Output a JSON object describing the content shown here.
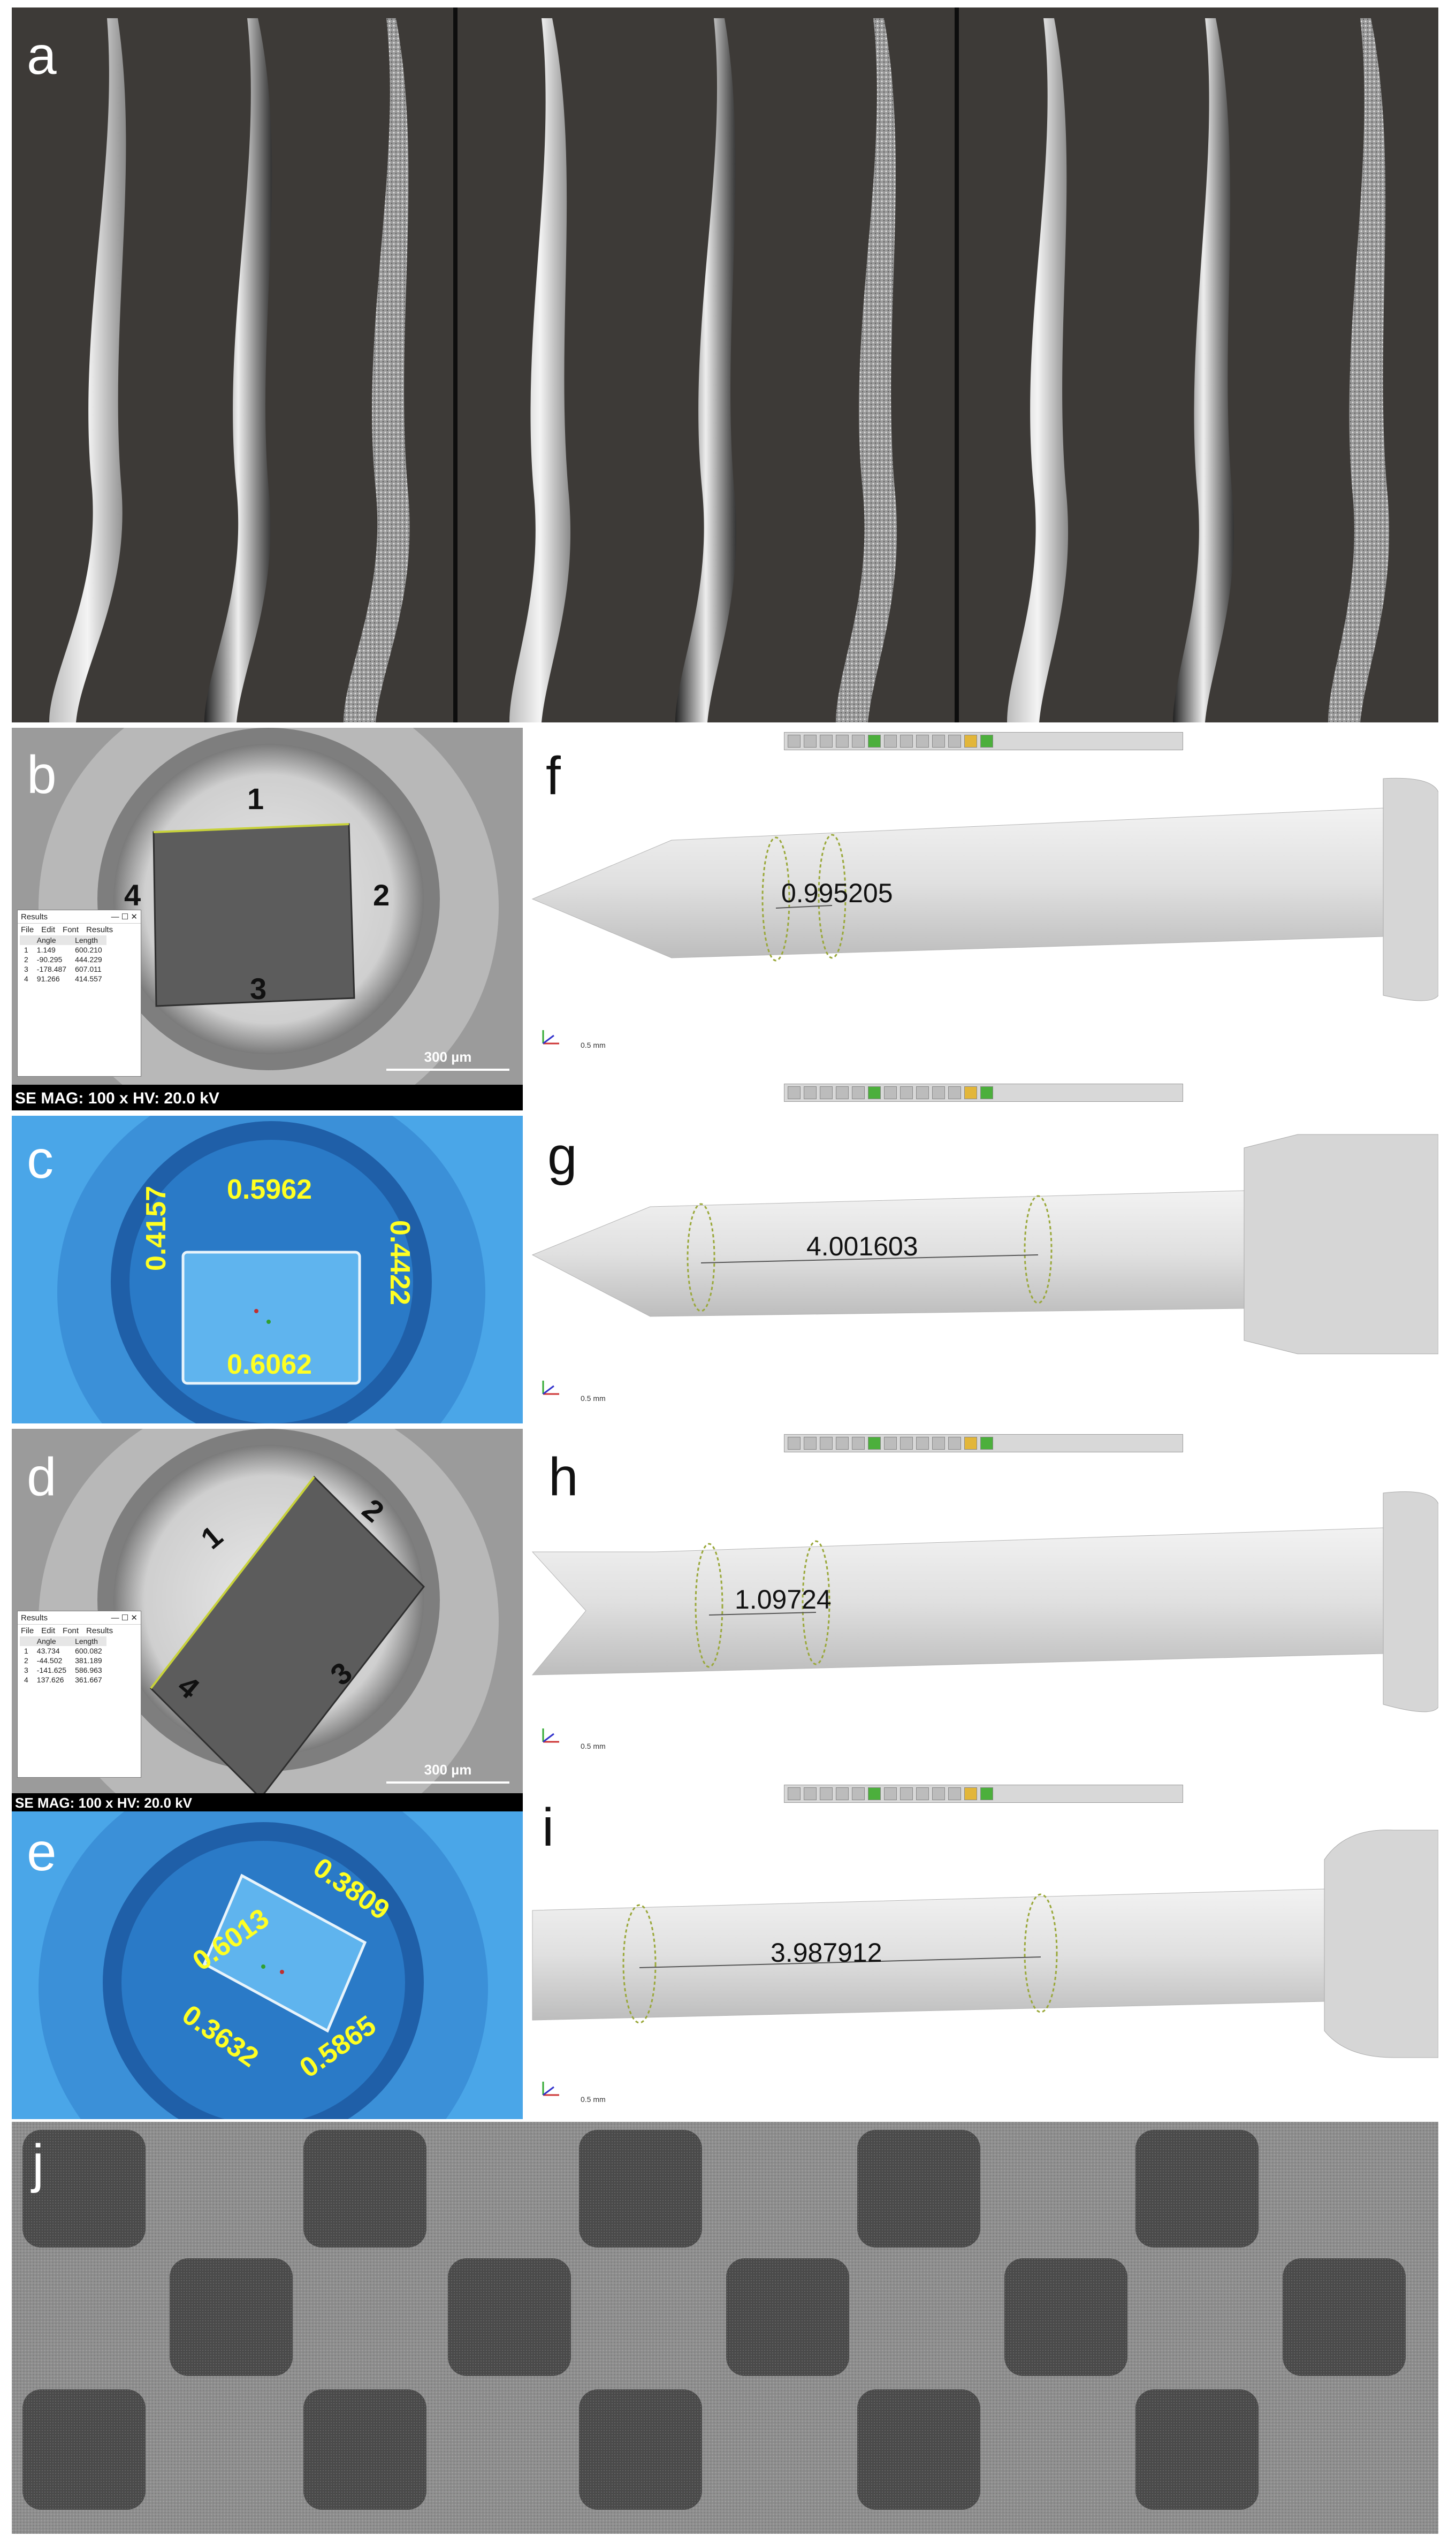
{
  "panels": {
    "a": {
      "label": "a"
    },
    "b": {
      "label": "b",
      "markers": [
        "1",
        "2",
        "3",
        "4"
      ],
      "results": {
        "title": "Results",
        "menu": [
          "File",
          "Edit",
          "Font",
          "Results"
        ],
        "headers": [
          "",
          "Angle",
          "Length"
        ],
        "rows": [
          [
            "1",
            "1.149",
            "600.210"
          ],
          [
            "2",
            "-90.295",
            "444.229"
          ],
          [
            "3",
            "-178.487",
            "607.011"
          ],
          [
            "4",
            "91.266",
            "414.557"
          ]
        ]
      },
      "status": "SE  MAG: 100 x  HV: 20.0 kV",
      "scalebar": "300 µm"
    },
    "c": {
      "label": "c",
      "values": [
        "0.5962",
        "0.4157",
        "0.4422",
        "0.6062"
      ]
    },
    "d": {
      "label": "d",
      "markers": [
        "1",
        "2",
        "3",
        "4"
      ],
      "results": {
        "title": "Results",
        "menu": [
          "File",
          "Edit",
          "Font",
          "Results"
        ],
        "headers": [
          "",
          "Angle",
          "Length"
        ],
        "rows": [
          [
            "1",
            "43.734",
            "600.082"
          ],
          [
            "2",
            "-44.502",
            "381.189"
          ],
          [
            "3",
            "-141.625",
            "586.963"
          ],
          [
            "4",
            "137.626",
            "361.667"
          ]
        ]
      },
      "status": "SE  MAG: 100 x  HV: 20.0 kV",
      "scalebar": "300 µm"
    },
    "e": {
      "label": "e",
      "values": [
        "0.6013",
        "0.3809",
        "0.3632",
        "0.5865"
      ]
    },
    "f": {
      "label": "f",
      "measurement": "0.995205",
      "scale": "0.5 mm"
    },
    "g": {
      "label": "g",
      "measurement": "4.001603",
      "scale": "0.5 mm"
    },
    "h": {
      "label": "h",
      "measurement": "1.09724",
      "scale": "0.5 mm"
    },
    "i": {
      "label": "i",
      "measurement": "3.987912",
      "scale": "0.5 mm"
    },
    "j": {
      "label": "j"
    }
  },
  "colors": {
    "sem_bg": "#3d3a37",
    "scan_blue": "#4aa6e8",
    "model_gray": "#dedede",
    "annotation_yellow": "#ffff22"
  }
}
